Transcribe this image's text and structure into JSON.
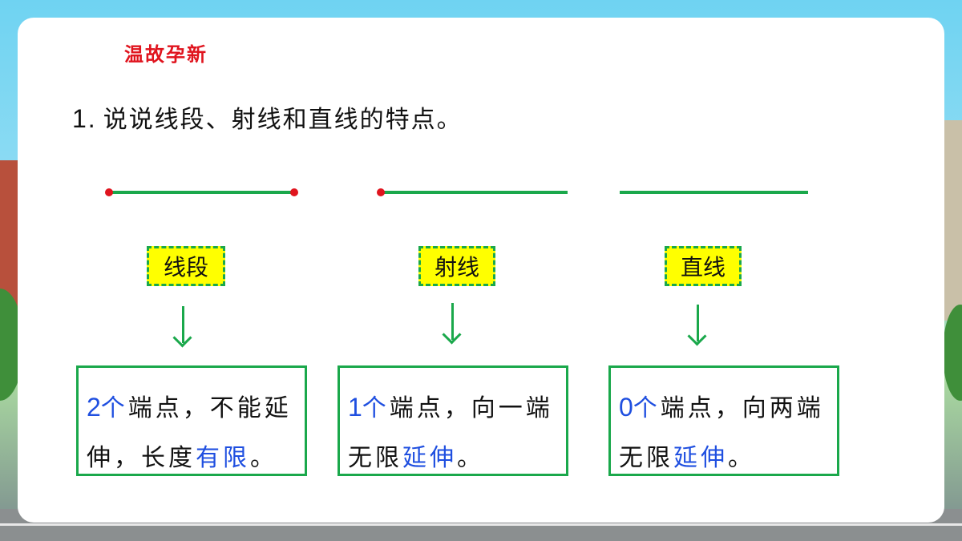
{
  "section_title": "温故孕新",
  "question": {
    "number": "1.",
    "text": "说说线段、射线和直线的特点。"
  },
  "items": [
    {
      "label": "线段",
      "count": "2",
      "unit": "个",
      "line1_rest": "端点，不能延",
      "line2_plain": "伸，长度",
      "line2_blue": "有限",
      "line2_end": "。"
    },
    {
      "label": "射线",
      "count": "1",
      "unit": "个",
      "line1_rest": "端点，向一端",
      "line2_plain": "无限",
      "line2_blue": "延伸",
      "line2_end": "。"
    },
    {
      "label": "直线",
      "count": "0",
      "unit": "个",
      "line1_rest": "端点，向两端",
      "line2_plain": "无限",
      "line2_blue": "延伸",
      "line2_end": "。"
    }
  ],
  "colors": {
    "accent_green": "#1aa84b",
    "title_red": "#e0141e",
    "highlight_blue": "#1f4fe0",
    "label_yellow": "#ffff00"
  }
}
